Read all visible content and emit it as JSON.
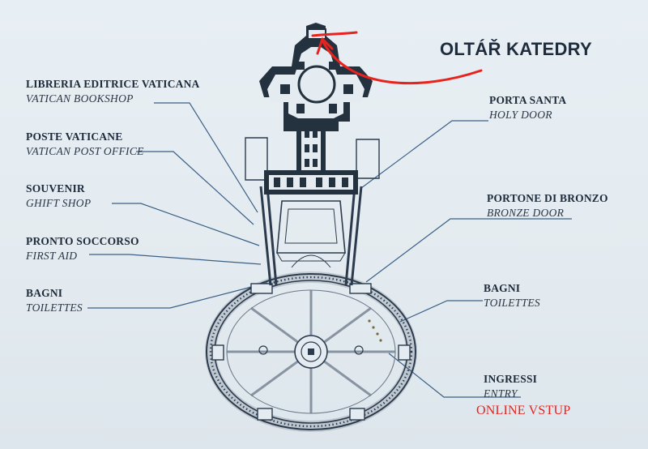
{
  "map": {
    "colors": {
      "background": "#e4ecf1",
      "ink": "#1d2a3a",
      "leader_line": "#3c5f86",
      "annotation_red": "#e8231e"
    },
    "labels": {
      "bookshop": {
        "it": "LIBRERIA EDITRICE VATICANA",
        "en": "VATICAN BOOKSHOP"
      },
      "post": {
        "it": "POSTE VATICANE",
        "en": "VATICAN POST OFFICE"
      },
      "souvenir": {
        "it": "SOUVENIR",
        "en": "GHIFT SHOP"
      },
      "first_aid": {
        "it": "PRONTO SOCCORSO",
        "en": "FIRST AID"
      },
      "toilets_left": {
        "it": "BAGNI",
        "en": "TOILETTES"
      },
      "holy_door": {
        "it": "PORTA SANTA",
        "en": "HOLY DOOR"
      },
      "bronze_door": {
        "it": "PORTONE DI BRONZO",
        "en": "BRONZE DOOR"
      },
      "toilets_right": {
        "it": "BAGNI",
        "en": "TOILETTES"
      },
      "entry": {
        "it": "INGRESSI",
        "en": "ENTRY"
      }
    },
    "annotations": {
      "cathedra": "OLTÁŘ KATEDRY",
      "online": "ONLINE VSTUP"
    }
  }
}
